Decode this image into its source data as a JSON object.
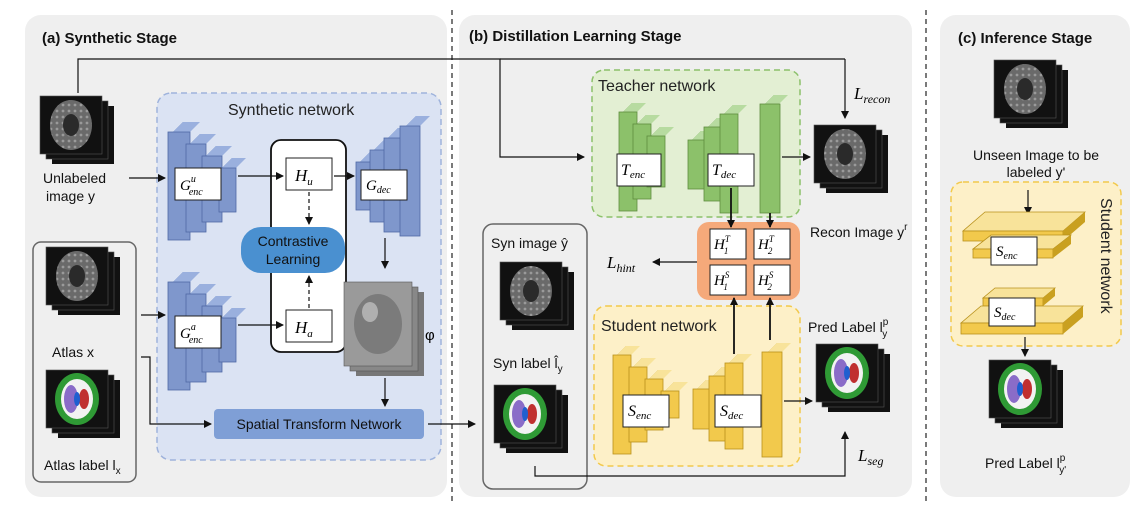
{
  "stage_a": {
    "title": "(a) Synthetic Stage",
    "network_title": "Synthetic network",
    "unlabeled_image": "Unlabeled",
    "unlabeled_image_2": "image y",
    "atlas": "Atlas x",
    "atlas_label": "Atlas label l",
    "atlas_label_sub": "x",
    "encoder_u": "G",
    "encoder_u_sup": "u",
    "encoder_u_sub": "enc",
    "encoder_a": "G",
    "encoder_a_sup": "a",
    "encoder_a_sub": "enc",
    "decoder": "G",
    "decoder_sub": "dec",
    "head_u": "H",
    "head_u_sub": "u",
    "head_a": "H",
    "head_a_sub": "a",
    "contrastive_1": "Contrastive",
    "contrastive_2": "Learning",
    "phi": "φ",
    "stn": "Spatial Transform Network"
  },
  "stage_b": {
    "title": "(b) Distillation Learning Stage",
    "teacher_title": "Teacher network",
    "student_title": "Student network",
    "t_enc": "T",
    "t_enc_sub": "enc",
    "t_dec": "T",
    "t_dec_sub": "dec",
    "s_enc": "S",
    "s_enc_sub": "enc",
    "s_dec": "S",
    "s_dec_sub": "dec",
    "h1t": "H",
    "h1t_sup": "T",
    "h1t_sub": "1",
    "h2t": "H",
    "h2t_sup": "T",
    "h2t_sub": "2",
    "h1s": "H",
    "h1s_sup": "S",
    "h1s_sub": "1",
    "h2s": "H",
    "h2s_sup": "S",
    "h2s_sub": "2",
    "syn_image": "Syn image ŷ",
    "syn_label": "Syn label l̂",
    "syn_label_sub": "y",
    "l_recon": "L",
    "l_recon_sub": "recon",
    "l_hint": "L",
    "l_hint_sub": "hint",
    "l_seg": "L",
    "l_seg_sub": "seg",
    "recon_image": "Recon Image y",
    "recon_image_sup": "r",
    "pred_label": "Pred Label l",
    "pred_label_sup": "p",
    "pred_label_sub": "y"
  },
  "stage_c": {
    "title": "(c) Inference Stage",
    "unseen_1": "Unseen Image to be",
    "unseen_2": "labeled y'",
    "student_vertical": "Student network",
    "s_enc": "S",
    "s_enc_sub": "enc",
    "s_dec": "S",
    "s_dec_sub": "dec",
    "pred_label": "Pred Label l",
    "pred_label_sup": "p",
    "pred_label_sub": "y'"
  },
  "colors": {
    "panel_bg": "#efefef",
    "synthetic_bg": "#dbe3f3",
    "teacher_bg": "#e3efd3",
    "student_bg": "#fdf0c8",
    "hint_bg": "#f5a97a",
    "contrastive_bg": "#4a90d0",
    "stn_bg": "#7f9fd6",
    "block_blue": "#7f97cc",
    "block_green": "#8cc16a",
    "block_yellow": "#f2c94c"
  }
}
